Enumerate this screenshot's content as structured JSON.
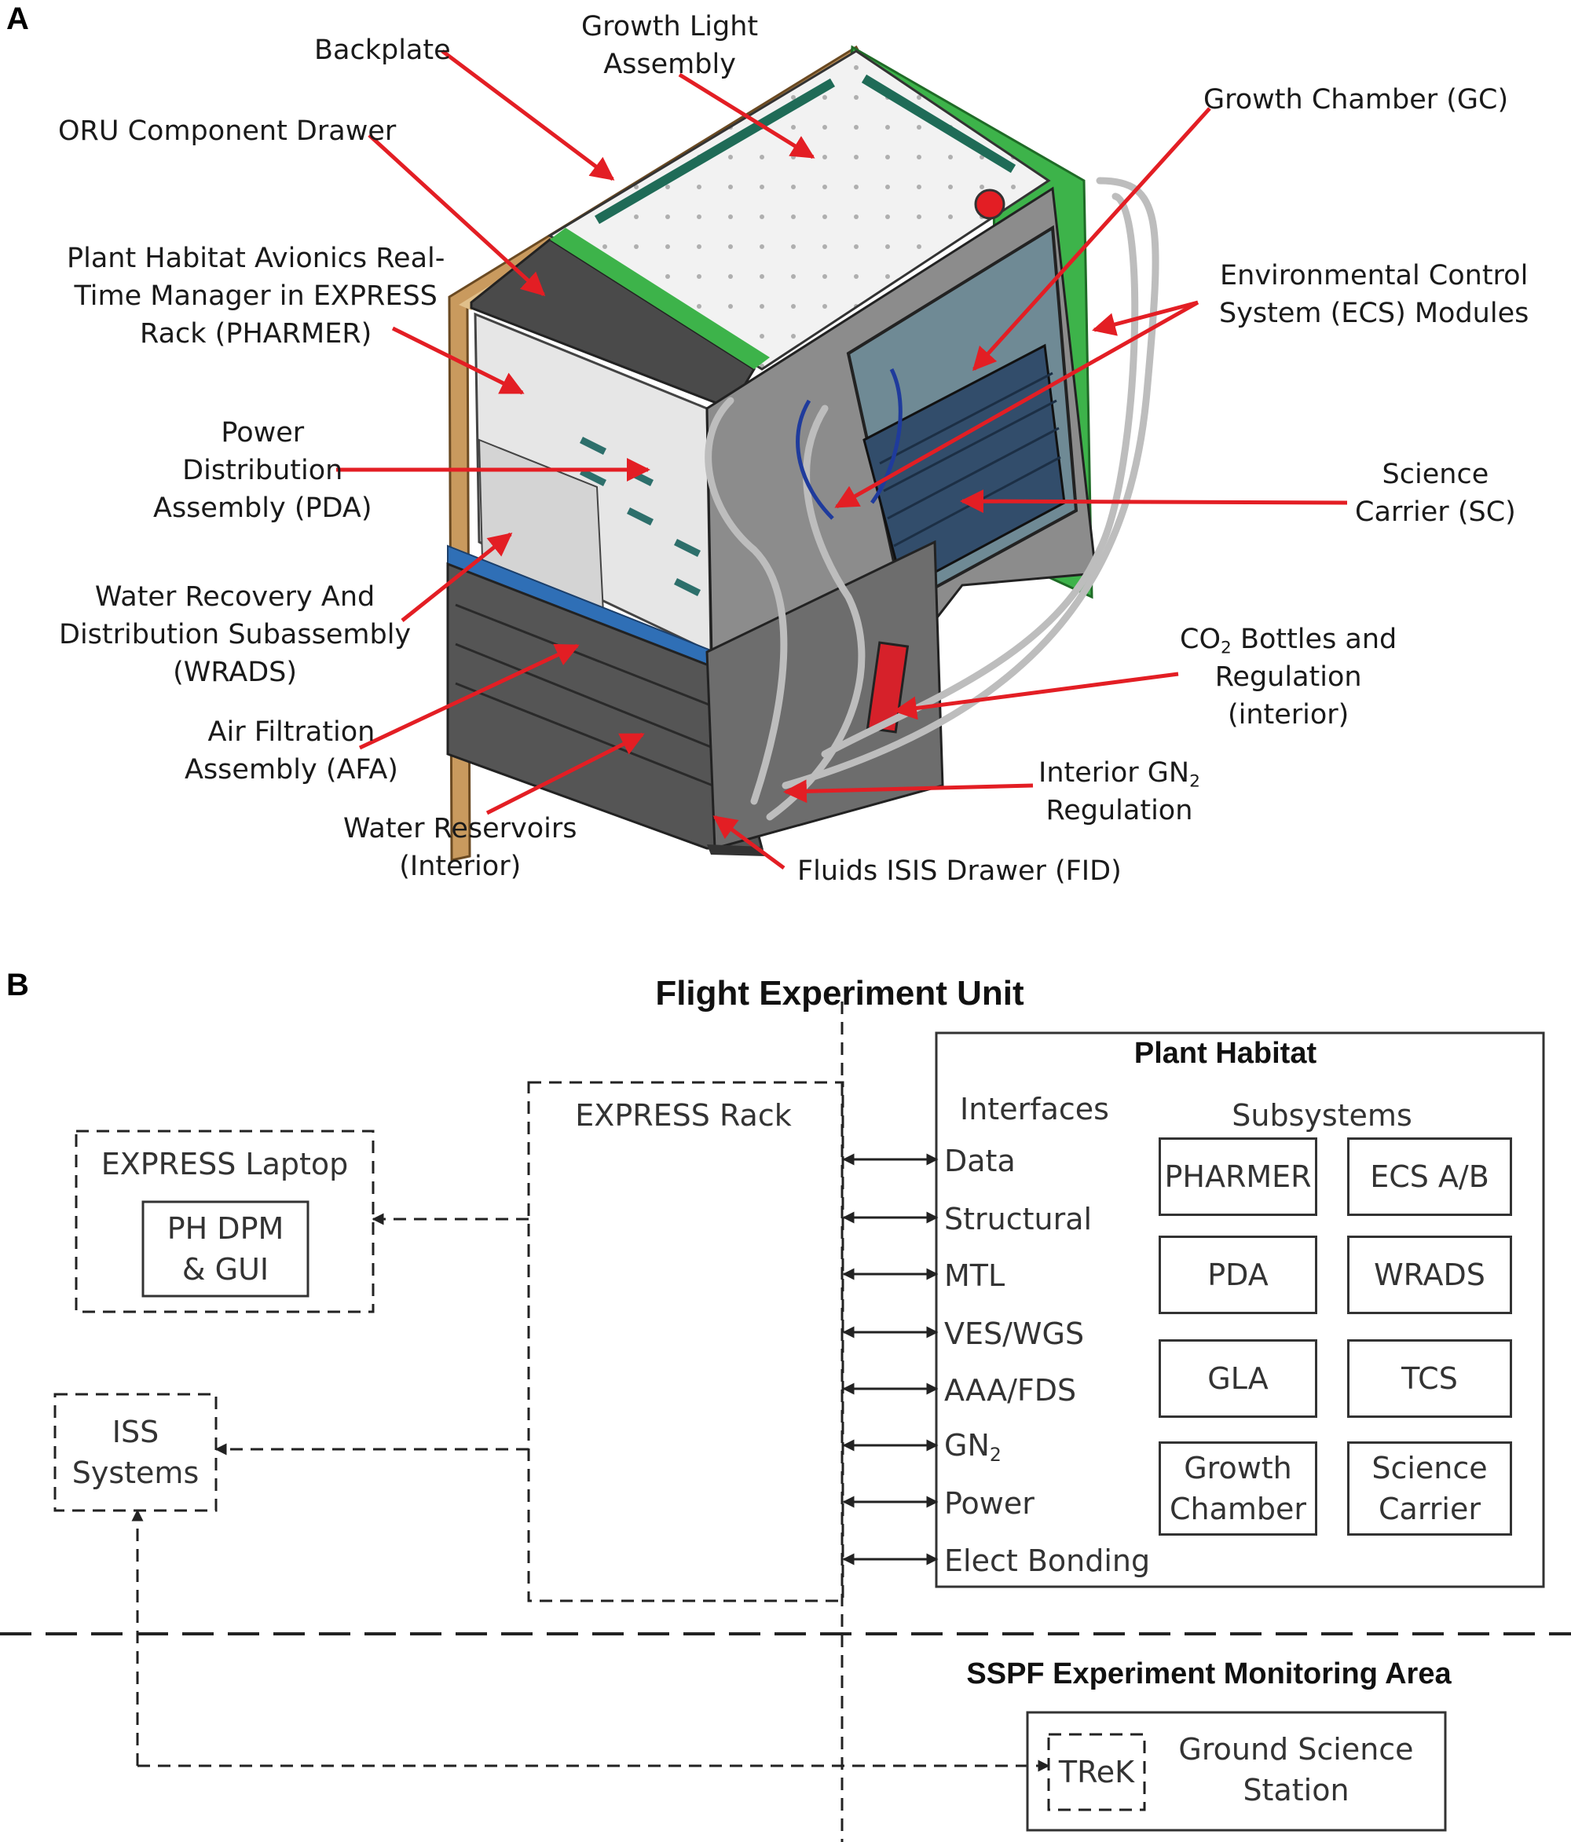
{
  "panel_a": {
    "letter": "A",
    "callouts": {
      "backplate": [
        "Backplate"
      ],
      "growth_light": [
        "Growth Light",
        "Assembly"
      ],
      "growth_chamber": [
        "Growth Chamber (GC)"
      ],
      "oru_drawer": [
        "ORU Component Drawer"
      ],
      "pharmer": [
        "Plant Habitat Avionics Real-",
        "Time Manager in EXPRESS",
        "Rack (PHARMER)"
      ],
      "ecs": [
        "Environmental Control",
        "System (ECS) Modules"
      ],
      "pda": [
        "Power",
        "Distribution",
        "Assembly (PDA)"
      ],
      "science_carrier": [
        "Science",
        "Carrier (SC)"
      ],
      "wrads": [
        "Water Recovery And",
        "Distribution Subassembly",
        "(WRADS)"
      ],
      "co2": {
        "prefix": "CO",
        "sub": "2",
        "rest": " Bottles and",
        "line2": "Regulation",
        "line3": "(interior)"
      },
      "afa": [
        "Air Filtration",
        "Assembly (AFA)"
      ],
      "gn2": {
        "prefix": "Interior GN",
        "sub": "2",
        "line2": "Regulation"
      },
      "water_reservoirs": [
        "Water Reservoirs",
        "(Interior)"
      ],
      "fid": [
        "Fluids ISIS Drawer (FID)"
      ]
    },
    "colors": {
      "arrow": "#e31e24",
      "backplate": "#c99a5e",
      "ecs_panel": "#3db34a",
      "blue_rail": "#2f6fb6",
      "chassis": "#4a4a4a"
    }
  },
  "panel_b": {
    "letter": "B",
    "title": "Flight Experiment Unit",
    "express_laptop": "EXPRESS Laptop",
    "ph_dpm": [
      "PH DPM",
      "& GUI"
    ],
    "iss_systems": [
      "ISS",
      "Systems"
    ],
    "express_rack": "EXPRESS Rack",
    "plant_habitat": "Plant Habitat",
    "interfaces_heading": "Interfaces",
    "subsystems_heading": "Subsystems",
    "interfaces": {
      "data": "Data",
      "structural": "Structural",
      "mtl": "MTL",
      "ves_wgs": "VES/WGS",
      "aaa_fds": "AAA/FDS",
      "gn2_prefix": "GN",
      "gn2_sub": "2",
      "power": "Power",
      "elect_bonding": "Elect Bonding"
    },
    "subsystems": {
      "pharmer": "PHARMER",
      "ecs_ab": "ECS A/B",
      "pda": "PDA",
      "wrads": "WRADS",
      "gla": "GLA",
      "tcs": "TCS",
      "growth_chamber": [
        "Growth",
        "Chamber"
      ],
      "science_carrier": [
        "Science",
        "Carrier"
      ]
    },
    "sspf_title": "SSPF Experiment Monitoring Area",
    "ground_station": [
      "Ground Science",
      "Station"
    ],
    "trek": "TReK"
  }
}
